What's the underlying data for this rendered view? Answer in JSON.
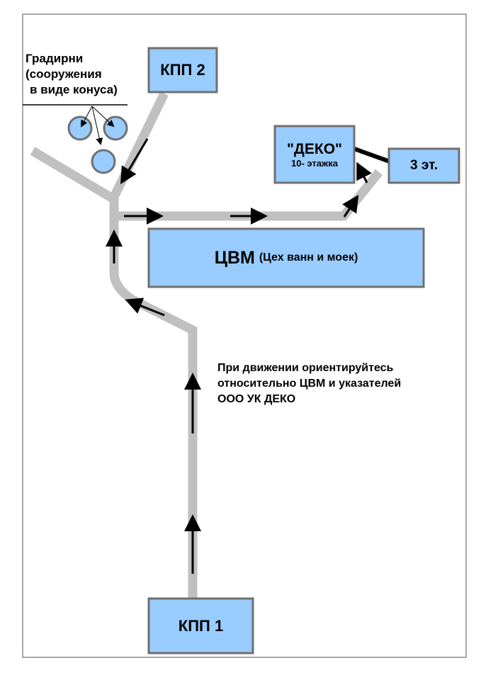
{
  "colors": {
    "box": "#99ccff",
    "box_border": "#707070",
    "road": "#c0c0c0",
    "arrow": "#000000"
  },
  "labels": {
    "cooling_towers": [
      "Градирни",
      "(сооружения",
      "в виде конуса)"
    ],
    "kpp2": "КПП 2",
    "kpp1": "КПП 1",
    "deko_title": "\"ДЕКО\"",
    "deko_sub": "10- этажка",
    "floor3": "3 эт.",
    "cvm_abbr": "ЦВМ",
    "cvm_full": "(Цех ванн и моек)",
    "note": [
      "При движении ориентируйтесь",
      "относительно ЦВМ и указателей",
      "ООО УК ДЕКО"
    ]
  }
}
